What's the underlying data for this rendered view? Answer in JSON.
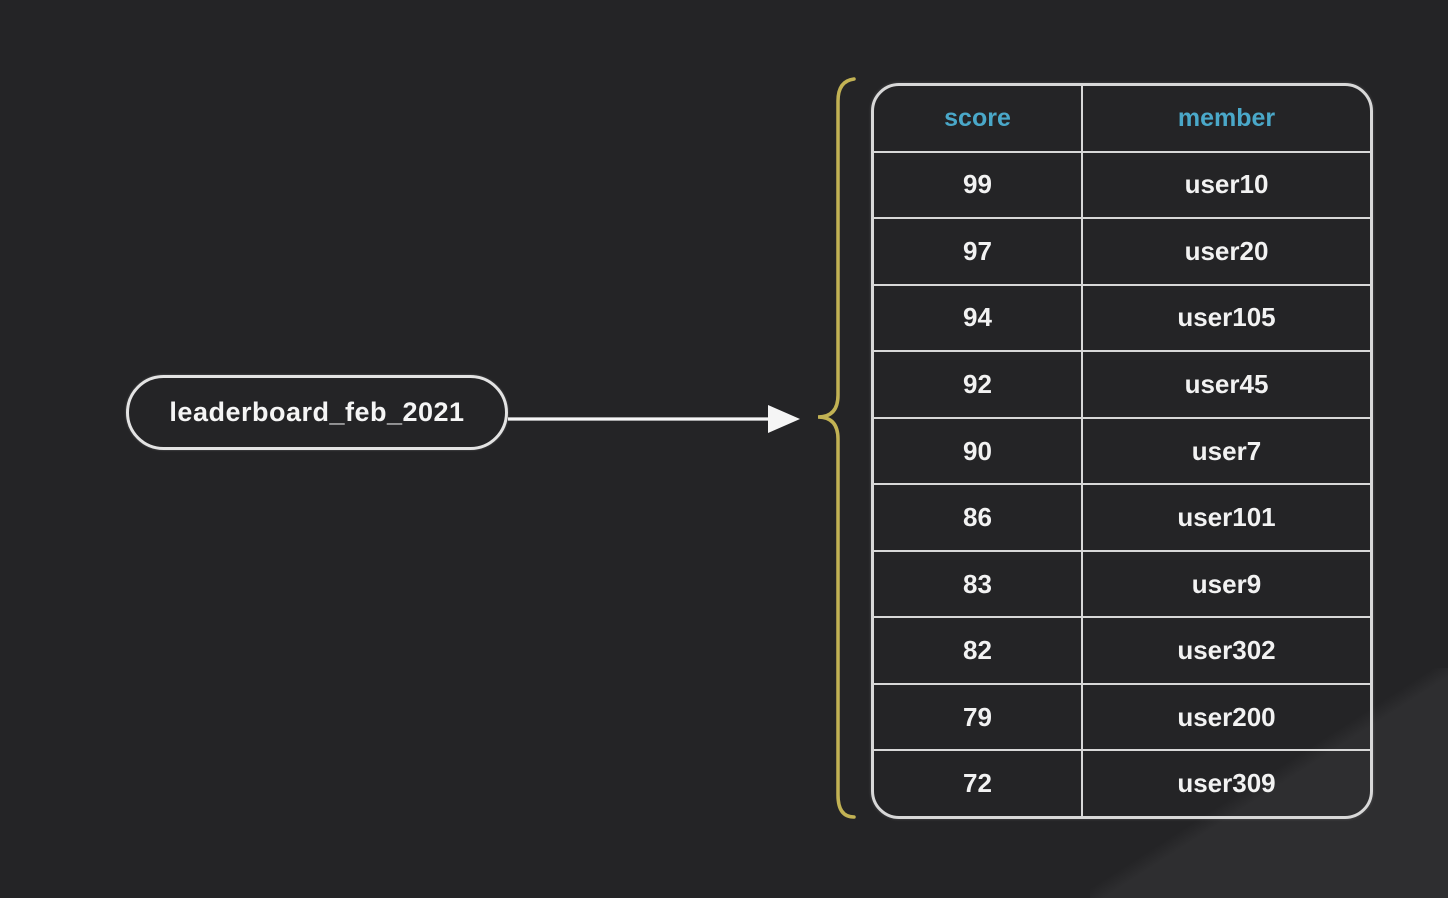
{
  "diagram": {
    "key_label": "leaderboard_feb_2021",
    "icons": [
      "arrow-right-icon",
      "curly-brace-icon"
    ],
    "colors": {
      "background": "#242426",
      "table_border": "#d8d8d8",
      "header_text": "#4aa8c9",
      "cell_text": "#f2f2f2",
      "brace": "#c2b254",
      "arrow": "#f5f5f5",
      "pill_border": "#e3e3e3"
    },
    "table": {
      "columns": [
        "score",
        "member"
      ],
      "rows": [
        {
          "score": "99",
          "member": "user10"
        },
        {
          "score": "97",
          "member": "user20"
        },
        {
          "score": "94",
          "member": "user105"
        },
        {
          "score": "92",
          "member": "user45"
        },
        {
          "score": "90",
          "member": "user7"
        },
        {
          "score": "86",
          "member": "user101"
        },
        {
          "score": "83",
          "member": "user9"
        },
        {
          "score": "82",
          "member": "user302"
        },
        {
          "score": "79",
          "member": "user200"
        },
        {
          "score": "72",
          "member": "user309"
        }
      ]
    }
  }
}
